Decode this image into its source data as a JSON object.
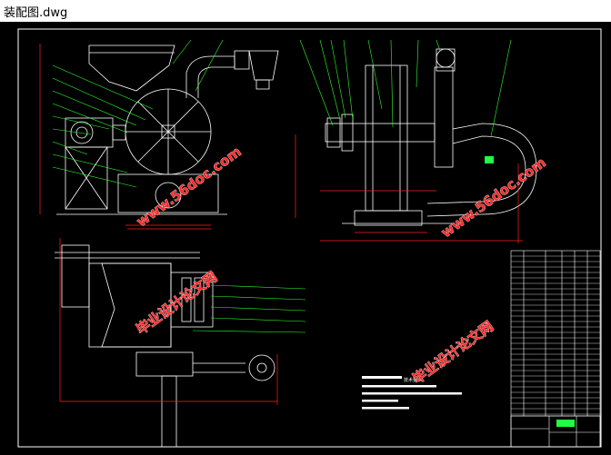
{
  "window": {
    "title": "装配图.dwg"
  },
  "drawing": {
    "background_color": "#000000",
    "line_color": "#ffffff",
    "dimension_color": "#ff2020",
    "leader_color": "#30ff30",
    "accent_color": "#20ff40",
    "technical_requirements_label": "技术要求"
  },
  "watermarks": [
    {
      "url": "www.56doc.com",
      "caption": "毕业设计论文网"
    },
    {
      "url": "www.56doc.com",
      "caption": "毕业设计论文网"
    }
  ]
}
